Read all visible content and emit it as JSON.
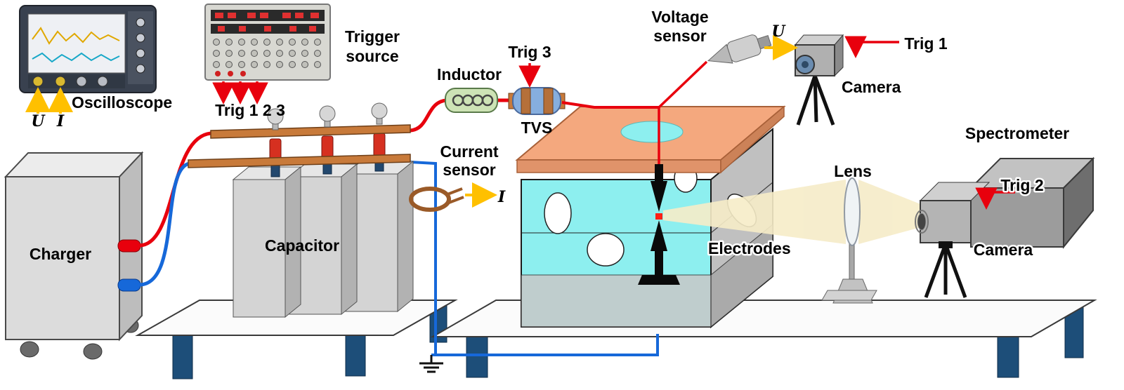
{
  "diagram": {
    "oscilloscope": {
      "label": "Oscilloscope",
      "u": "U",
      "i": "I"
    },
    "trigger_source": {
      "line1": "Trigger",
      "line2": "source",
      "trig_label": "Trig 1 2 3"
    },
    "charger": {
      "label": "Charger"
    },
    "capacitor": {
      "label": "Capacitor"
    },
    "inductor": {
      "label": "Inductor"
    },
    "tvs": {
      "label": "TVS",
      "trig_label": "Trig 3"
    },
    "current_sensor": {
      "line1": "Current",
      "line2": "sensor",
      "i": "I"
    },
    "voltage_sensor": {
      "line1": "Voltage",
      "line2": "sensor",
      "u": "U"
    },
    "camera_top": {
      "label": "Camera",
      "trig_label": "Trig 1"
    },
    "chamber": {
      "electrodes_label": "Electrodes"
    },
    "lens": {
      "label": "Lens"
    },
    "spectrometer": {
      "label": "Spectrometer",
      "trig_label": "Trig 2",
      "camera_label": "Camera"
    }
  },
  "colors": {
    "wire_positive": "#e8000d",
    "wire_negative": "#1668d9",
    "signal_arrow": "#ffc000",
    "trigger_arrow": "#e8000d",
    "copper": "#c87a3a",
    "plate": "#f4a87e",
    "chamber_glass": "#8defef",
    "beam": "#f6ecc8",
    "inductor_body": "#cde3b5",
    "tvs_body": "#86aede",
    "table_leg": "#1d4e79"
  }
}
